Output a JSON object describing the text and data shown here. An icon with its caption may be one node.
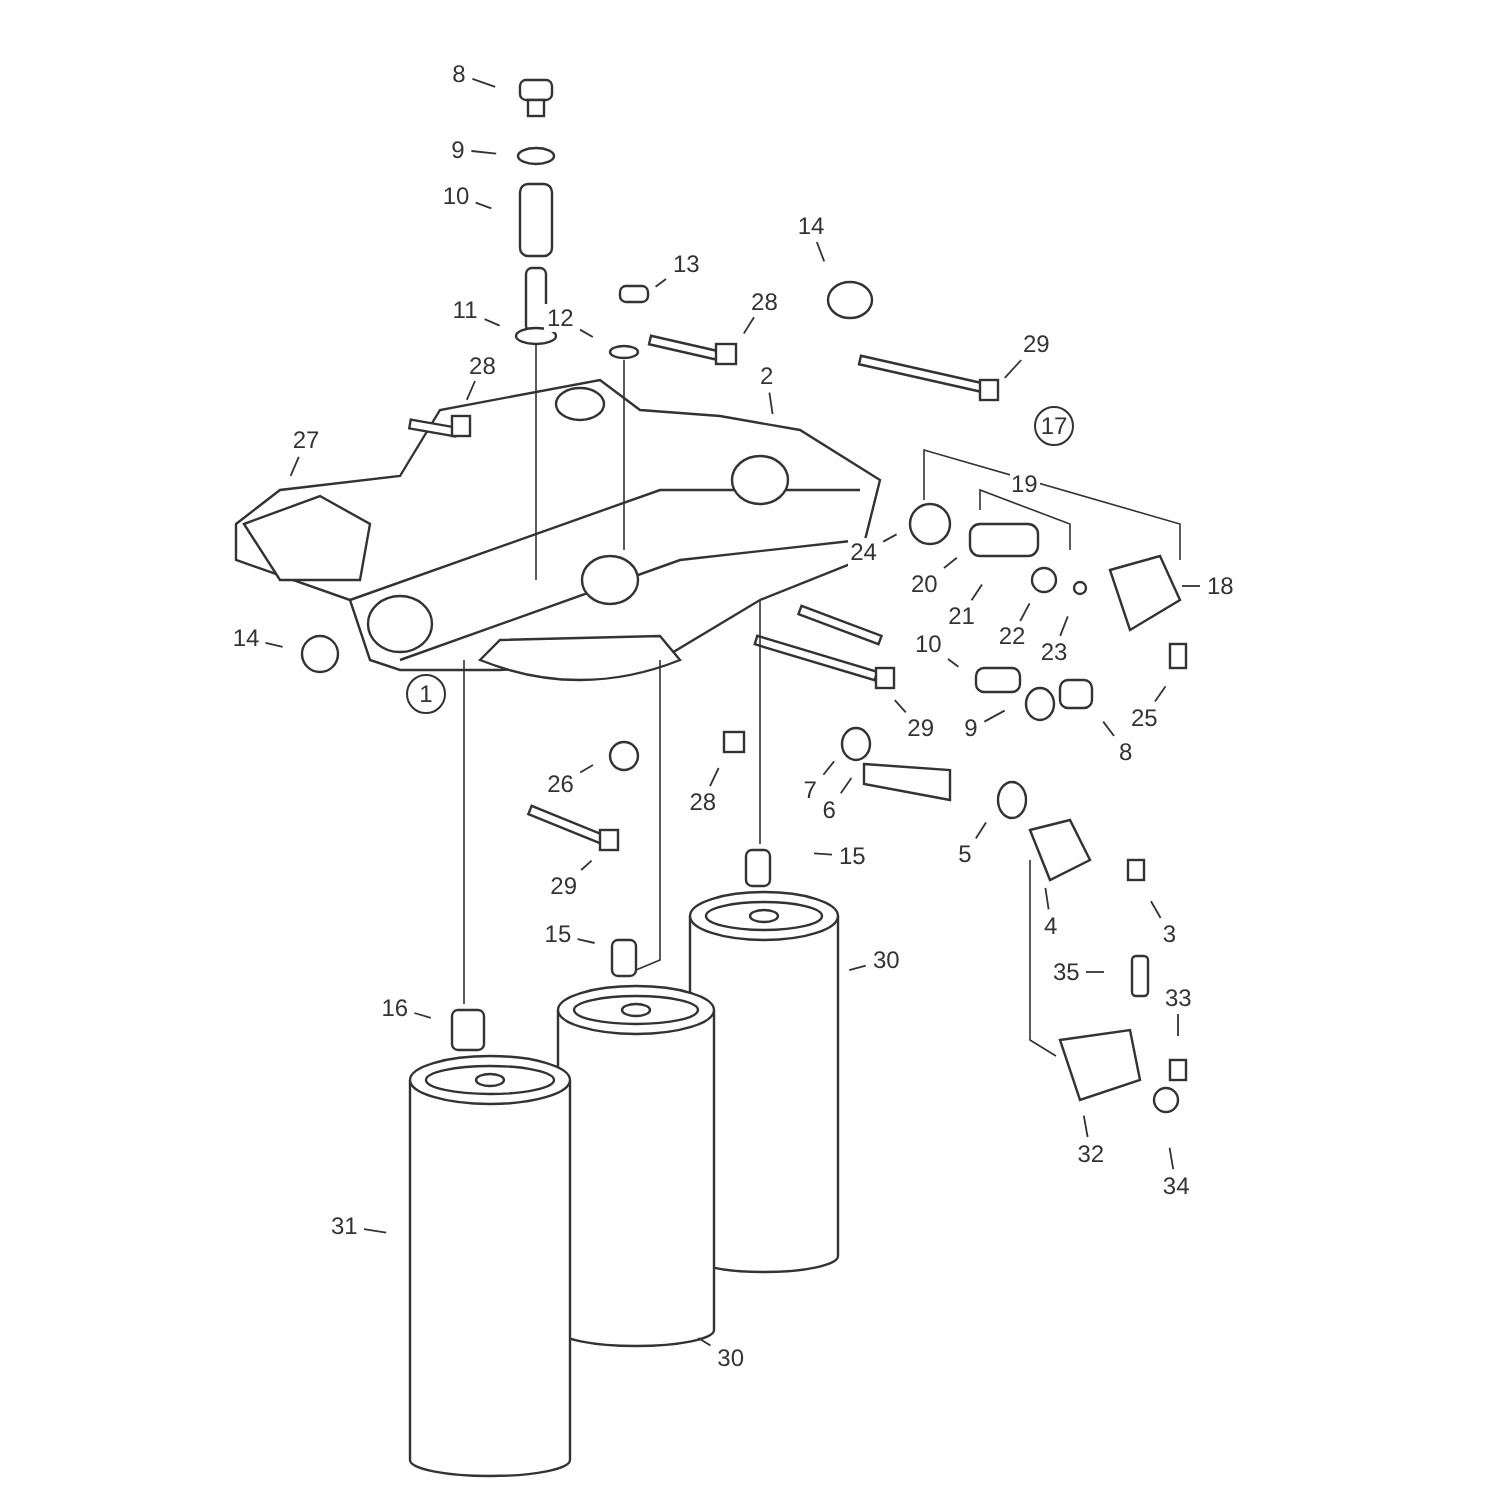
{
  "diagram": {
    "nodes": [
      {
        "text": [
          "8"
        ]
      },
      {
        "text": [
          "9"
        ]
      },
      {
        "text": [
          "10"
        ]
      },
      {
        "text": [
          "14"
        ]
      },
      {
        "text": [
          "13"
        ]
      },
      {
        "text": [
          "28"
        ]
      },
      {
        "text": [
          "11"
        ]
      },
      {
        "text": [
          "12"
        ]
      },
      {
        "text": [
          "29"
        ]
      },
      {
        "text": [
          "28"
        ]
      },
      {
        "text": [
          "2"
        ]
      },
      {
        "text": [
          "17"
        ]
      },
      {
        "text": [
          "27"
        ]
      },
      {
        "text": [
          "24"
        ]
      },
      {
        "text": [
          "20"
        ]
      },
      {
        "text": [
          "21"
        ]
      },
      {
        "text": [
          "22"
        ]
      },
      {
        "text": [
          "18"
        ]
      },
      {
        "text": [
          "23"
        ]
      },
      {
        "text": [
          "14"
        ]
      },
      {
        "text": [
          "10"
        ]
      },
      {
        "text": [
          "1"
        ]
      },
      {
        "text": [
          "25"
        ]
      },
      {
        "text": [
          "29"
        ]
      },
      {
        "text": [
          "9"
        ]
      },
      {
        "text": [
          "8"
        ]
      },
      {
        "text": [
          "26"
        ]
      },
      {
        "text": [
          "28"
        ]
      },
      {
        "text": [
          "7"
        ]
      },
      {
        "text": [
          "6"
        ]
      },
      {
        "text": [
          "15"
        ]
      },
      {
        "text": [
          "5"
        ]
      },
      {
        "text": [
          "29"
        ]
      },
      {
        "text": [
          "4"
        ]
      },
      {
        "text": [
          "3"
        ]
      },
      {
        "text": [
          "15"
        ]
      },
      {
        "text": [
          "30"
        ]
      },
      {
        "text": [
          "35"
        ]
      },
      {
        "text": [
          "16"
        ]
      },
      {
        "text": [
          "33"
        ]
      },
      {
        "text": [
          "32"
        ]
      },
      {
        "text": [
          "34"
        ]
      },
      {
        "text": [
          "31"
        ]
      },
      {
        "text": [
          "30"
        ]
      },
      {
        "text": [
          "19"
        ]
      }
    ],
    "edges": [
      {
        "from": 0,
        "to": null,
        "arrow": "none"
      },
      {
        "from": 1,
        "to": null,
        "arrow": "none"
      },
      {
        "from": 2,
        "to": null,
        "arrow": "none"
      },
      {
        "from": 3,
        "to": null,
        "arrow": "none"
      },
      {
        "from": 4,
        "to": null,
        "arrow": "none"
      },
      {
        "from": 5,
        "to": null,
        "arrow": "none"
      },
      {
        "from": 6,
        "to": null,
        "arrow": "none"
      },
      {
        "from": 7,
        "to": null,
        "arrow": "none"
      },
      {
        "from": 8,
        "to": null,
        "arrow": "none"
      },
      {
        "from": 9,
        "to": null,
        "arrow": "none"
      },
      {
        "from": 10,
        "to": null,
        "arrow": "none"
      },
      {
        "from": 12,
        "to": null,
        "arrow": "none"
      },
      {
        "from": 13,
        "to": null,
        "arrow": "none"
      },
      {
        "from": 14,
        "to": null,
        "arrow": "none"
      },
      {
        "from": 15,
        "to": null,
        "arrow": "none"
      },
      {
        "from": 16,
        "to": null,
        "arrow": "none"
      },
      {
        "from": 17,
        "to": null,
        "arrow": "none"
      },
      {
        "from": 18,
        "to": null,
        "arrow": "none"
      },
      {
        "from": 19,
        "to": null,
        "arrow": "none"
      },
      {
        "from": 20,
        "to": null,
        "arrow": "none"
      },
      {
        "from": 22,
        "to": null,
        "arrow": "none"
      },
      {
        "from": 23,
        "to": null,
        "arrow": "none"
      },
      {
        "from": 24,
        "to": null,
        "arrow": "none"
      },
      {
        "from": 25,
        "to": null,
        "arrow": "none"
      },
      {
        "from": 26,
        "to": null,
        "arrow": "none"
      },
      {
        "from": 27,
        "to": null,
        "arrow": "none"
      },
      {
        "from": 28,
        "to": null,
        "arrow": "none"
      },
      {
        "from": 29,
        "to": null,
        "arrow": "none"
      },
      {
        "from": 30,
        "to": null,
        "arrow": "none"
      },
      {
        "from": 31,
        "to": null,
        "arrow": "none"
      },
      {
        "from": 32,
        "to": null,
        "arrow": "none"
      },
      {
        "from": 33,
        "to": null,
        "arrow": "none"
      },
      {
        "from": 34,
        "to": null,
        "arrow": "none"
      },
      {
        "from": 35,
        "to": null,
        "arrow": "none"
      },
      {
        "from": 36,
        "to": null,
        "arrow": "none"
      },
      {
        "from": 37,
        "to": null,
        "arrow": "none"
      },
      {
        "from": 38,
        "to": null,
        "arrow": "none"
      },
      {
        "from": 39,
        "to": null,
        "arrow": "none"
      },
      {
        "from": 40,
        "to": null,
        "arrow": "none"
      },
      {
        "from": 41,
        "to": null,
        "arrow": "none"
      },
      {
        "from": 42,
        "to": null,
        "arrow": "none"
      },
      {
        "from": 43,
        "to": null,
        "arrow": "none"
      }
    ]
  }
}
